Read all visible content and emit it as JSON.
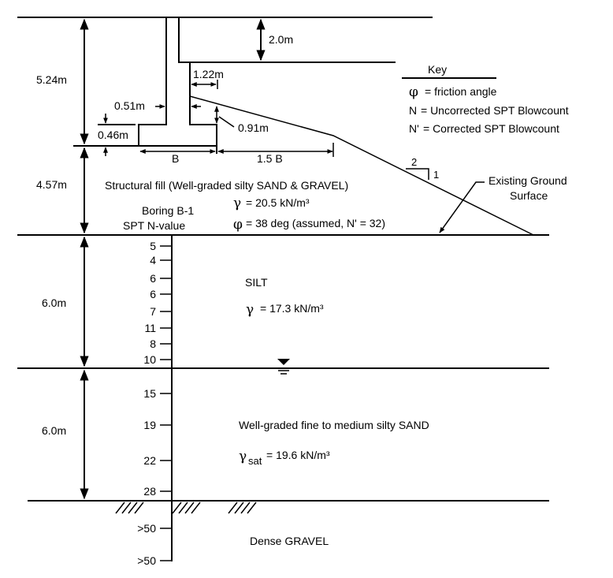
{
  "dimensions": {
    "d_top_total": "5.24m",
    "d_top_step": "2.0m",
    "d_1_22": "1.22",
    "d_1_22_unit": "m",
    "d_0_51": "0.51m",
    "d_0_46": "0.46m",
    "d_0_91": "0.91m",
    "d_B": "B",
    "d_1_5B": "1.5 B",
    "d_fill": "4.57m",
    "d_silt": "6.0m",
    "d_sand": "6.0m"
  },
  "slope": {
    "run": "2",
    "rise": "1"
  },
  "key": {
    "title": "Key",
    "items": [
      {
        "symbol": "φ",
        "text": "= friction angle"
      },
      {
        "symbol": "N",
        "text": "=  Uncorrected SPT Blowcount"
      },
      {
        "symbol": "N'",
        "text": "=  Corrected SPT Blowcount"
      }
    ]
  },
  "layers": {
    "fill": {
      "name": "Structural fill (Well-graded silty  SAND & GRAVEL)",
      "gamma_sym": "γ",
      "gamma": "= 20.5 kN/m³",
      "phi_sym": "φ",
      "phi": "=  38 deg  (assumed, N' = 32)"
    },
    "silt": {
      "name": "SILT",
      "gamma_sym": "γ",
      "gamma": "= 17.3 kN/m³"
    },
    "sand": {
      "name": "Well-graded fine to medium silty SAND",
      "gamma_sym": "γ",
      "gamma_sub": "sat",
      "gamma": "=  19.6 kN/m³"
    },
    "gravel": {
      "name": "Dense GRAVEL"
    }
  },
  "existing_ground": {
    "line1": "Existing Ground",
    "line2": "Surface"
  },
  "boring": {
    "title": "Boring B-1",
    "subtitle": "SPT N-value",
    "n_values": [
      "5",
      "4",
      "6",
      "6",
      "7",
      "11",
      "8",
      "10",
      "15",
      "19",
      "22",
      "28",
      ">50",
      ">50"
    ]
  }
}
